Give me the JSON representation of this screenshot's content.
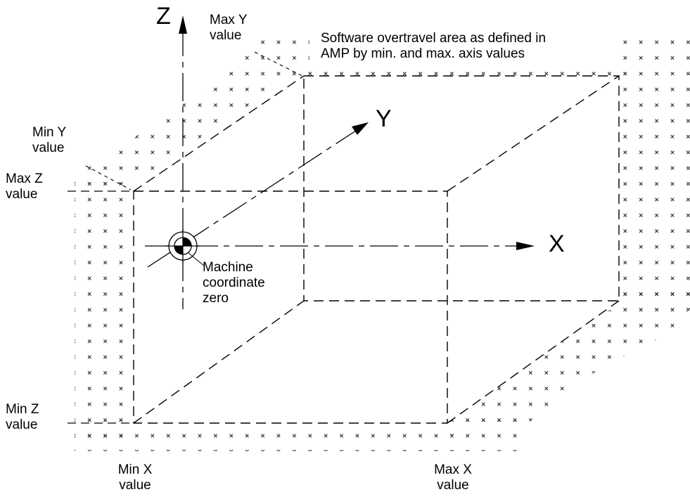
{
  "colors": {
    "line": "#000000",
    "pattern": "#222222",
    "background": "#ffffff"
  },
  "axes": {
    "z": "Z",
    "y": "Y",
    "x": "X"
  },
  "labels": {
    "max_y": [
      "Max Y",
      "value"
    ],
    "min_y": [
      "Min Y",
      "value"
    ],
    "max_z": [
      "Max Z",
      "value"
    ],
    "min_z": [
      "Min Z",
      "value"
    ],
    "min_x": [
      "Min X",
      "value"
    ],
    "max_x": [
      "Max X",
      "value"
    ],
    "overtravel": [
      "Software overtravel area as defined in",
      "AMP by min. and max. axis values"
    ],
    "origin": [
      "Machine",
      "coordinate",
      "zero"
    ]
  },
  "icons": [
    "x-mark-pattern",
    "machine-zero-symbol",
    "arrow-icon"
  ]
}
